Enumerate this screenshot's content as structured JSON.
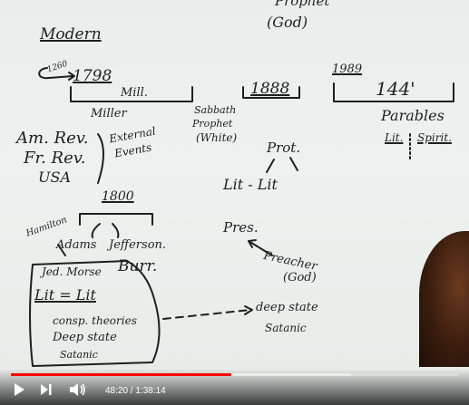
{
  "whiteboard": {
    "prophet": "Prophet",
    "god": "(God)",
    "modern": "Modern",
    "y1260": "1260",
    "y1798": "1798",
    "mill": "Mill.",
    "miller": "Miller",
    "sabbath": "Sabbath",
    "prophet2": "Prophet",
    "white": "(White)",
    "y1888": "1888",
    "y1989": "1989",
    "n144": "144'",
    "parables": "Parables",
    "lit": "Lit.",
    "spirit": "Spirit.",
    "am_rev": "Am. Rev.",
    "fr_rev": "Fr. Rev.",
    "usa": "USA",
    "external": "External",
    "events": "Events",
    "prot": "Prot.",
    "lit_lit": "Lit - Lit",
    "y1800": "1800",
    "hamilton": "Hamilton",
    "adams": "Adams",
    "jefferson": "Jefferson.",
    "burr": "Burr.",
    "pres": "Pres.",
    "preacher": "Preacher",
    "god2": "(God)",
    "jed_morse": "Jed. Morse",
    "lit_eq": "Lit = Lit",
    "consp": "consp. theories",
    "deep_state": "Deep state",
    "satanic": "Satanic",
    "deep_state2": "deep state",
    "satanic2": "Satanic"
  },
  "player": {
    "current_time": "48:20",
    "duration": "1:38:14",
    "time_display": "48:20 / 1:38:14",
    "progress_fraction": 0.492,
    "buffered_fraction": 0.76,
    "progress_color": "#ff0000"
  }
}
